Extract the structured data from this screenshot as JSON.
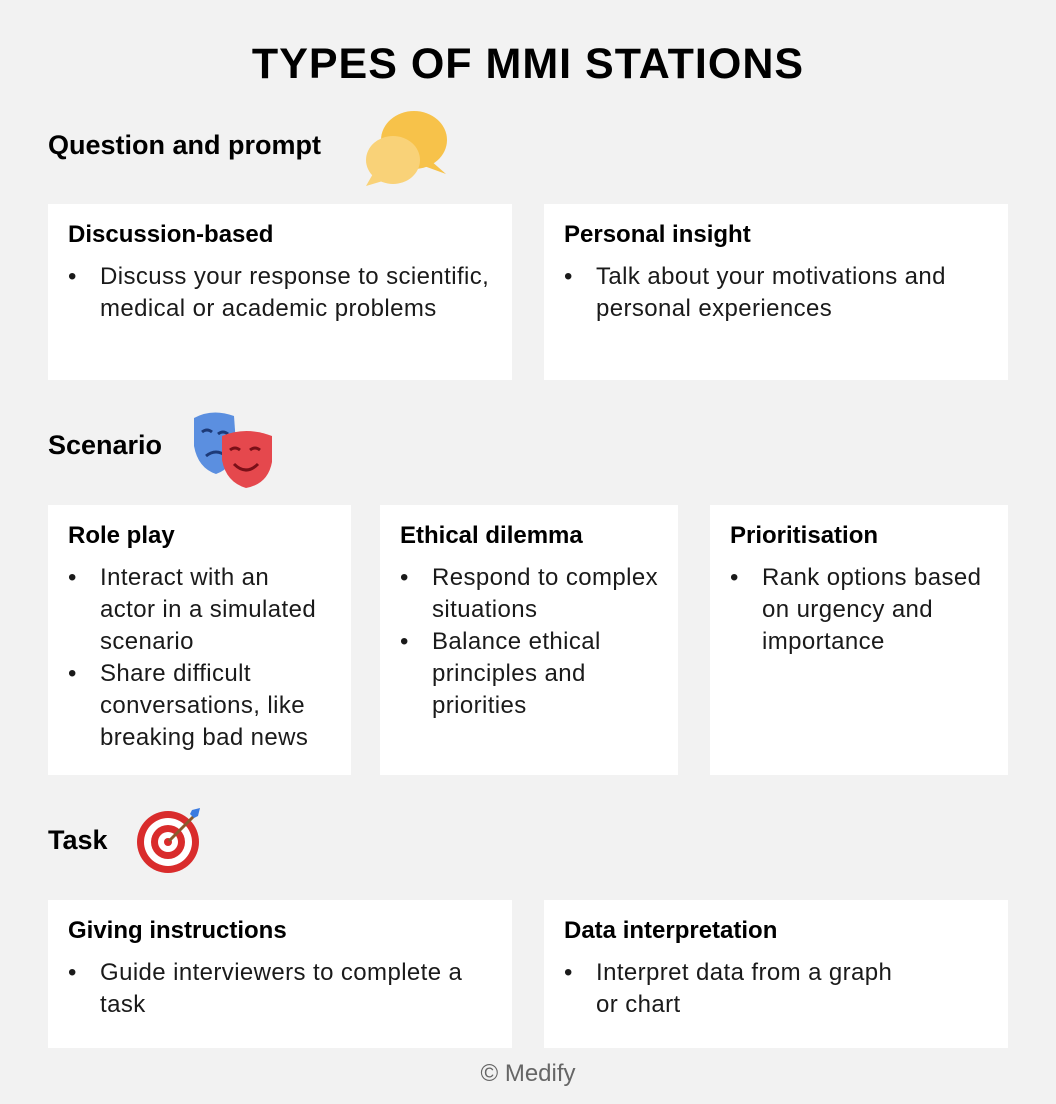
{
  "title": "TYPES OF MMI STATIONS",
  "sections": {
    "question": {
      "heading": "Question and prompt",
      "icon": "speech-bubbles-icon",
      "cards": [
        {
          "title": "Discussion-based",
          "bullets": [
            "Discuss your response to scientific, medical or academic problems"
          ]
        },
        {
          "title": "Personal insight",
          "bullets": [
            "Talk about your motivations and personal experiences"
          ]
        }
      ]
    },
    "scenario": {
      "heading": "Scenario",
      "icon": "theatre-masks-icon",
      "cards": [
        {
          "title": "Role play",
          "bullets": [
            "Interact with an actor in a simulated scenario",
            "Share difficult conversations, like breaking bad news"
          ]
        },
        {
          "title": "Ethical dilemma",
          "bullets": [
            "Respond to complex situations",
            "Balance ethical principles and priorities"
          ]
        },
        {
          "title": "Prioritisation",
          "bullets": [
            "Rank options based on urgency and importance"
          ]
        }
      ]
    },
    "task": {
      "heading": "Task",
      "icon": "dart-target-icon",
      "cards": [
        {
          "title": "Giving instructions",
          "bullets": [
            "Guide interviewers to complete a task"
          ]
        },
        {
          "title": "Data interpretation",
          "bullets": [
            "Interpret data from a graph or chart"
          ]
        }
      ]
    }
  },
  "bullet_glyph": "•",
  "footer": "© Medify",
  "colors": {
    "background": "#f2f2f2",
    "card": "#ffffff",
    "speech_bubble": "#f6c453",
    "mask_blue": "#5b8fe0",
    "mask_red": "#e5484d",
    "target_red": "#d92c2c"
  }
}
